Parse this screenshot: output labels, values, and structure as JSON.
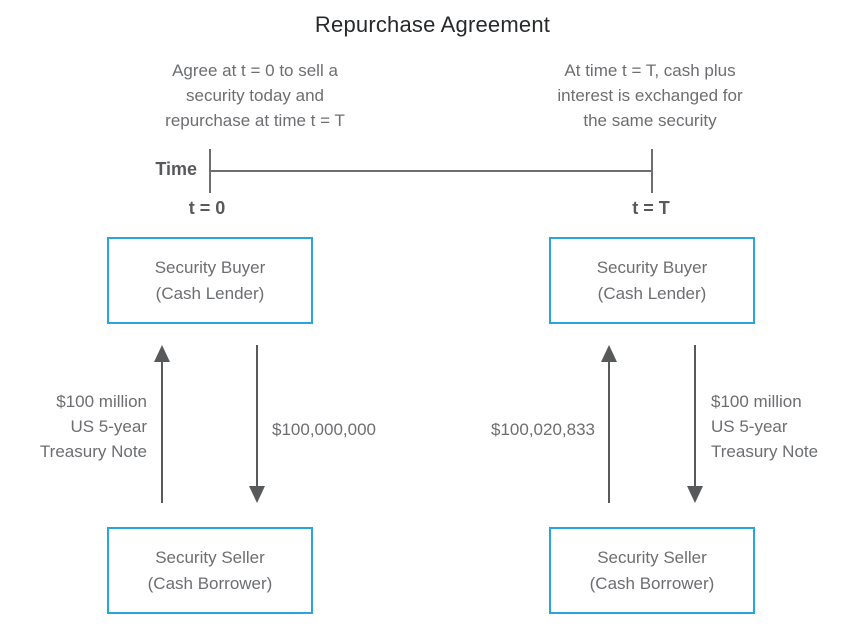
{
  "title": "Repurchase Agreement",
  "timeline": {
    "axis_label": "Time",
    "start_label": "t = 0",
    "end_label": "t = T"
  },
  "panels": [
    {
      "note": "Agree at t = 0 to sell a\nsecurity today and\nrepurchase at time t = T",
      "top_box": "Security Buyer\n(Cash Lender)",
      "bottom_box": "Security Seller\n(Cash Borrower)",
      "up_flow": "$100 million\nUS 5-year\nTreasury Note",
      "down_flow": "$100,000,000"
    },
    {
      "note": "At time t = T, cash plus\ninterest is exchanged for\nthe same security",
      "top_box": "Security Buyer\n(Cash Lender)",
      "bottom_box": "Security Seller\n(Cash Borrower)",
      "up_flow": "$100,020,833",
      "down_flow": "$100 million\nUS 5-year\nTreasury Note"
    }
  ],
  "colors": {
    "box_border": "#2ba3dc",
    "text_gray": "#6d6e71",
    "arrow_gray": "#58595b",
    "title_color": "#27292b",
    "background": "#ffffff"
  }
}
